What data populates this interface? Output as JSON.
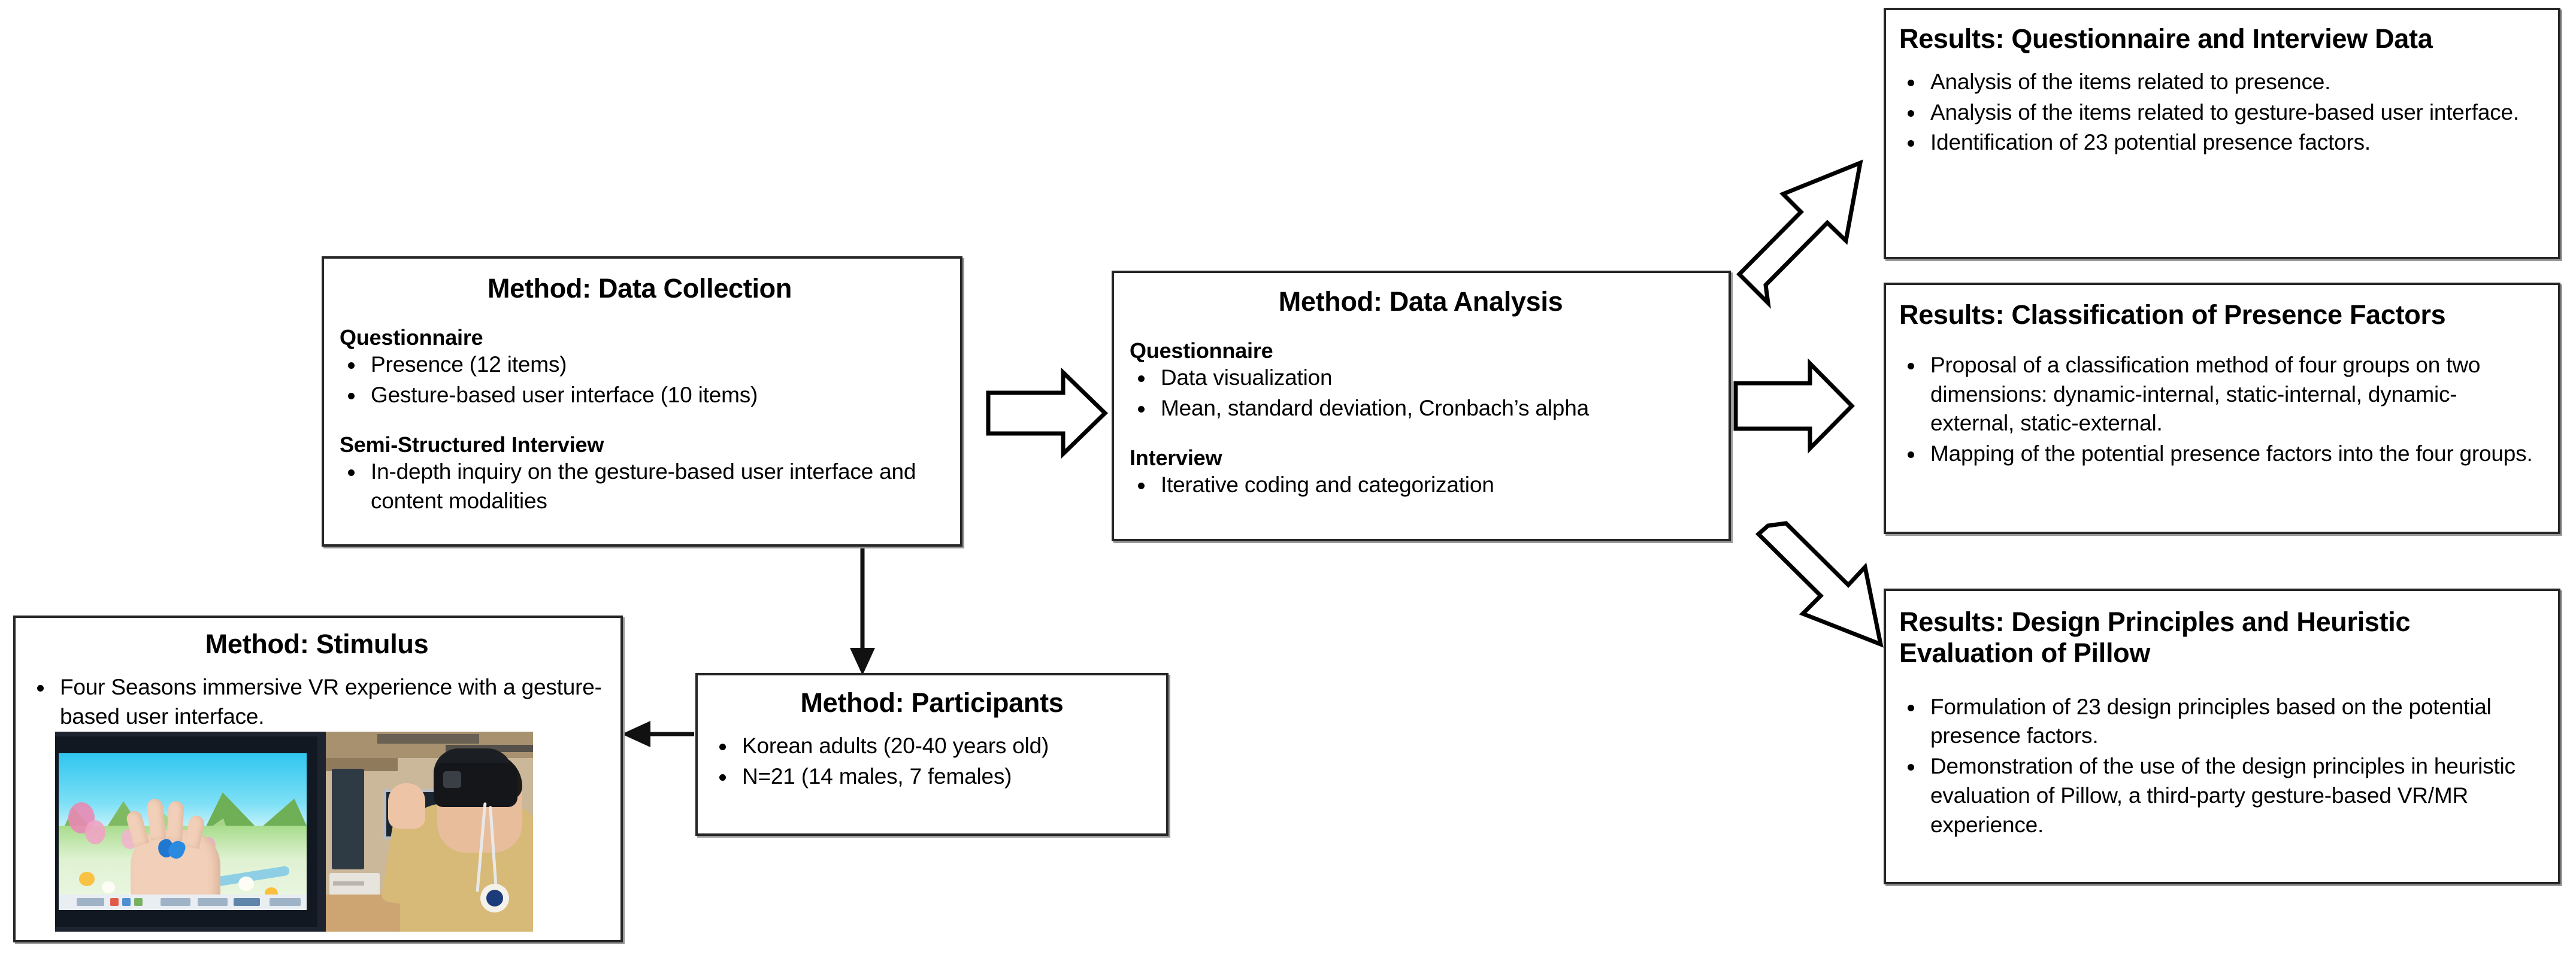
{
  "diagram": {
    "title": "Research Method and Results Flow Diagram",
    "type": "flowchart",
    "colors": {
      "box_border": "#262626",
      "box_fill": "#ffffff",
      "arrow_stroke": "#000000",
      "text": "#000000"
    }
  },
  "nodes": {
    "data_collection": {
      "title": "Method: Data Collection",
      "sections": [
        {
          "heading": "Questionnaire",
          "bullets": [
            "Presence (12 items)",
            "Gesture-based user interface (10 items)"
          ]
        },
        {
          "heading": "Semi-Structured Interview",
          "bullets": [
            "In-depth inquiry on the gesture-based user interface and content modalities"
          ]
        }
      ]
    },
    "data_analysis": {
      "title": "Method: Data Analysis",
      "sections": [
        {
          "heading": "Questionnaire",
          "bullets": [
            "Data visualization",
            "Mean, standard deviation, Cronbach’s alpha"
          ]
        },
        {
          "heading": "Interview",
          "bullets": [
            "Iterative coding and categorization"
          ]
        }
      ]
    },
    "stimulus": {
      "title": "Method: Stimulus",
      "bullets": [
        "Four Seasons immersive VR experience with a gesture-based user interface."
      ],
      "photo_caption": "Participant wearing a VR head-mounted display using a gesture-based interface in front of a monitor showing the Four Seasons spring scene with a virtual hand and a blue butterfly."
    },
    "participants": {
      "title": "Method: Participants",
      "bullets": [
        "Korean adults (20-40 years old)",
        "N=21 (14 males, 7 females)"
      ]
    },
    "results_questionnaire_interview": {
      "title": "Results: Questionnaire and Interview Data",
      "bullets": [
        "Analysis of the items related to presence.",
        "Analysis of the items related to gesture-based user interface.",
        "Identification of 23 potential presence factors."
      ]
    },
    "results_classification": {
      "title": "Results: Classification of Presence Factors",
      "bullets": [
        "Proposal of a classification method of four groups on two dimensions: dynamic-internal, static-internal, dynamic-external, static-external.",
        "Mapping of the potential presence factors into the four groups."
      ]
    },
    "results_design_principles": {
      "title": "Results: Design Principles and Heuristic Evaluation of Pillow",
      "bullets": [
        "Formulation of 23 design principles based on the potential presence factors.",
        "Demonstration of the use of the design principles in heuristic evaluation of Pillow, a third-party gesture-based VR/MR experience."
      ]
    }
  },
  "connectors": [
    {
      "id": "collection-to-analysis",
      "style": "block-arrow",
      "direction": "right",
      "from": "data_collection",
      "to": "data_analysis"
    },
    {
      "id": "collection-to-participants",
      "style": "line-arrow",
      "direction": "down",
      "from": "data_collection",
      "to": "participants"
    },
    {
      "id": "participants-to-stimulus",
      "style": "line-arrow",
      "direction": "left",
      "from": "participants",
      "to": "stimulus"
    },
    {
      "id": "analysis-to-results-1",
      "style": "block-arrow",
      "direction": "up-right",
      "from": "data_analysis",
      "to": "results_questionnaire_interview"
    },
    {
      "id": "analysis-to-results-2",
      "style": "block-arrow",
      "direction": "right",
      "from": "data_analysis",
      "to": "results_classification"
    },
    {
      "id": "analysis-to-results-3",
      "style": "block-arrow",
      "direction": "down-right",
      "from": "data_analysis",
      "to": "results_design_principles"
    }
  ]
}
